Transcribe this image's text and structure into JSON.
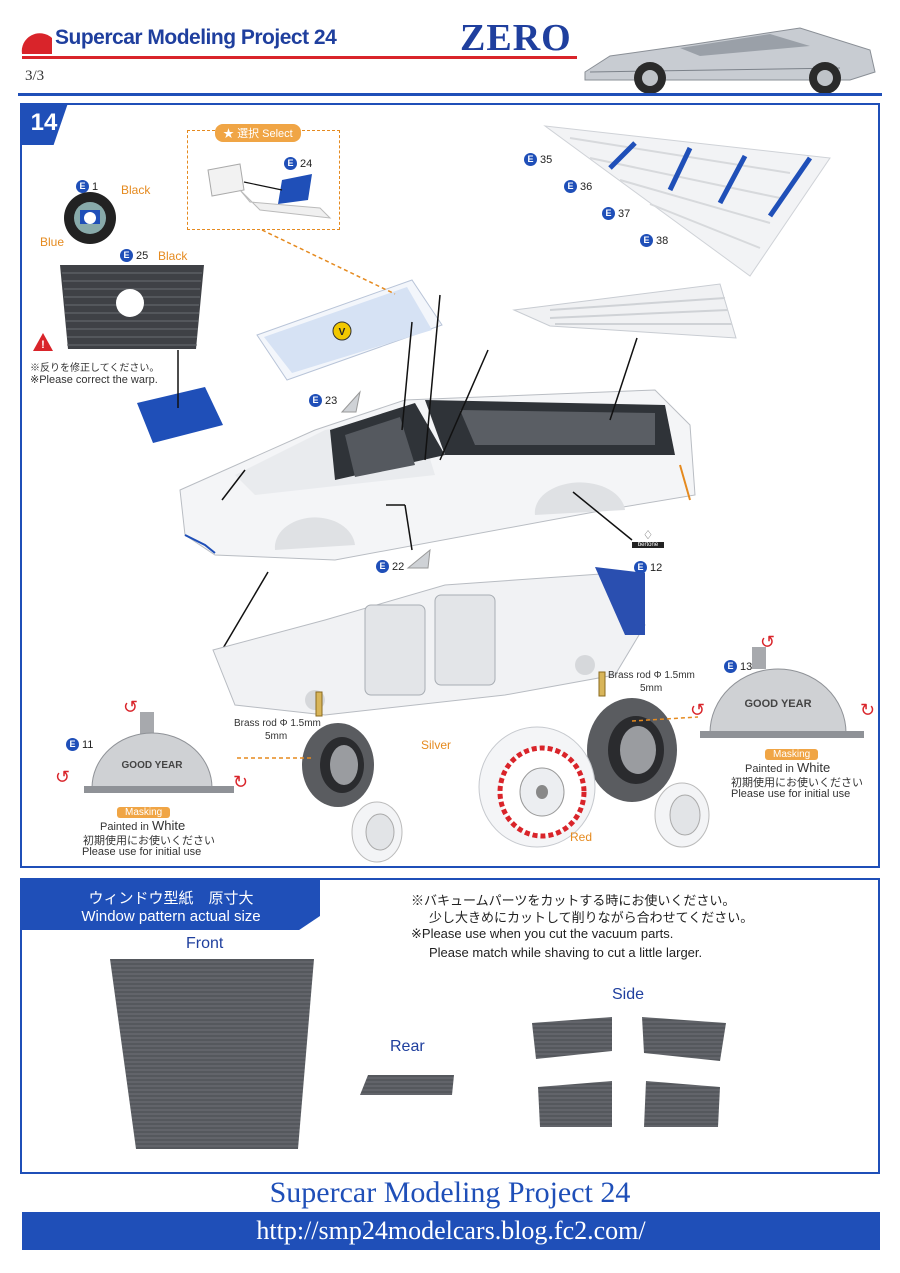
{
  "header": {
    "brand_prefix": "Supercar Modeling Project 24",
    "title": "ZERO",
    "page": "3/3"
  },
  "step14": {
    "step_number": "14",
    "select_label": "選択 Select",
    "parts": {
      "e1": "1",
      "e25": "25",
      "e24": "24",
      "e23": "23",
      "e22": "22",
      "e12": "12",
      "e35": "35",
      "e36": "36",
      "e37": "37",
      "e38": "38",
      "e11": "11",
      "e13": "13"
    },
    "labels": {
      "black1": "Black",
      "blue": "Blue",
      "black25": "Black",
      "warp_jp": "※反りを修正してください。",
      "warp_en": "※Please correct the warp.",
      "v_mark": "V",
      "bertone": "bertone",
      "brass_left": "Brass rod Φ 1.5mm",
      "brass_left_len": "5mm",
      "brass_right": "Brass rod Φ 1.5mm",
      "brass_right_len": "5mm",
      "silver": "Silver",
      "red": "Red",
      "tire_text": "GOOD YEAR"
    },
    "masking_left": {
      "tag": "Masking",
      "painted": "Painted in",
      "white": "White",
      "jp": "初期使用にお使いください",
      "en": "Please use for initial use"
    },
    "masking_right": {
      "tag": "Masking",
      "painted": "Painted in",
      "white": "White",
      "jp": "初期使用にお使いください",
      "en": "Please use for initial use"
    }
  },
  "window_pattern": {
    "tab_jp": "ウィンドウ型紙　原寸大",
    "tab_en": "Window pattern  actual size",
    "note_jp1": "※バキュームパーツをカットする時にお使いください。",
    "note_jp2": "少し大きめにカットして削りながら合わせてください。",
    "note_en1": "※Please use when you cut the vacuum parts.",
    "note_en2": "Please match while shaving to cut a little larger.",
    "front": "Front",
    "rear": "Rear",
    "side": "Side"
  },
  "footer": {
    "title": "Supercar Modeling Project 24",
    "url": "http://smp24modelcars.blog.fc2.com/"
  },
  "colors": {
    "brand_blue": "#1f4fb8",
    "accent_red": "#d9242a",
    "accent_orange": "#e58a1f"
  }
}
